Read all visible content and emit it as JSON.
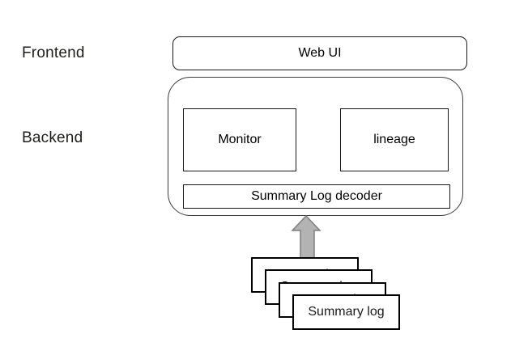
{
  "diagram": {
    "row_labels": {
      "frontend": "Frontend",
      "backend": "Backend"
    },
    "frontend": {
      "web_ui_label": "Web UI"
    },
    "backend": {
      "monitor_label": "Monitor",
      "lineage_label": "lineage",
      "decoder_label": "Summary Log decoder"
    },
    "log_stack": {
      "cards": [
        {
          "label": "Summary log"
        },
        {
          "label": "Summary log"
        },
        {
          "label": "Summary log"
        },
        {
          "label": "Summary log"
        }
      ]
    },
    "icons": {
      "flow_arrow": "up-arrow-icon"
    },
    "colors": {
      "background": "#ffffff",
      "box_border": "#1a1a1a",
      "container_border": "#3c3c3c",
      "text": "#1d1d1b",
      "arrow_fill": "#b3b3b3",
      "arrow_stroke": "#7f7f7f"
    }
  }
}
